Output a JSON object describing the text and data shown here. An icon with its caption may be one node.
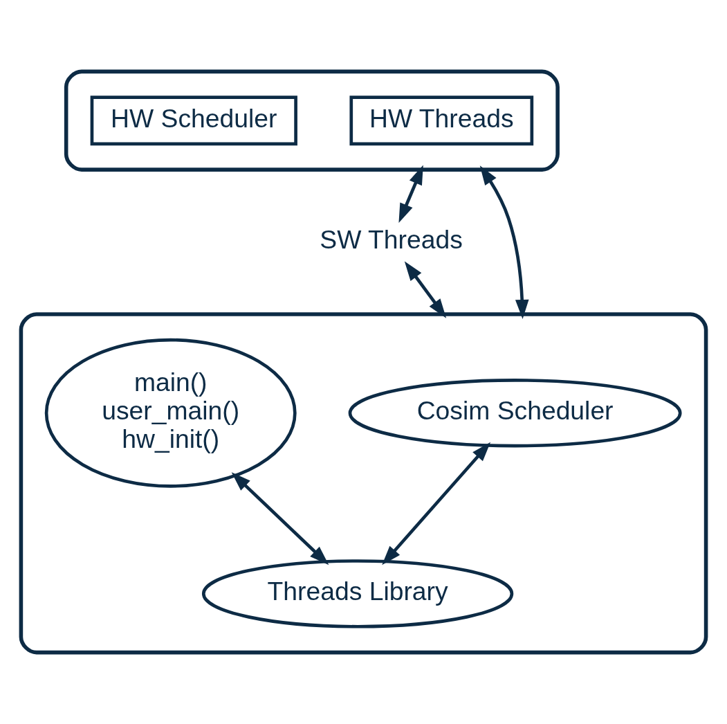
{
  "diagram": {
    "nodes": [
      {
        "text": [],
        "shape": "box"
      },
      {
        "text": [
          "HW Threads"
        ],
        "in": 0
      },
      {
        "text": [
          "HW Scheduler"
        ],
        "in": 0
      },
      {
        "text": [
          "SW Threads"
        ]
      },
      {
        "text": [],
        "shape": "box"
      },
      {
        "text": [
          "Cosim Scheduler"
        ],
        "in": 4
      },
      {
        "text": [
          "main()",
          "user_main()",
          "hw_init()"
        ],
        "in": 4
      },
      {
        "text": [
          "Threads Library"
        ],
        "in": 4
      }
    ],
    "edges": [
      {
        "from": 0,
        "to": 3,
        "arrow": "both"
      },
      {
        "from": 0,
        "to": 4,
        "arrow": "both"
      },
      {
        "from": 3,
        "to": 4,
        "arrow": "both"
      },
      {
        "from": 5,
        "to": 7,
        "arrow": "both"
      },
      {
        "from": 6,
        "to": 7,
        "arrow": "both"
      }
    ]
  }
}
